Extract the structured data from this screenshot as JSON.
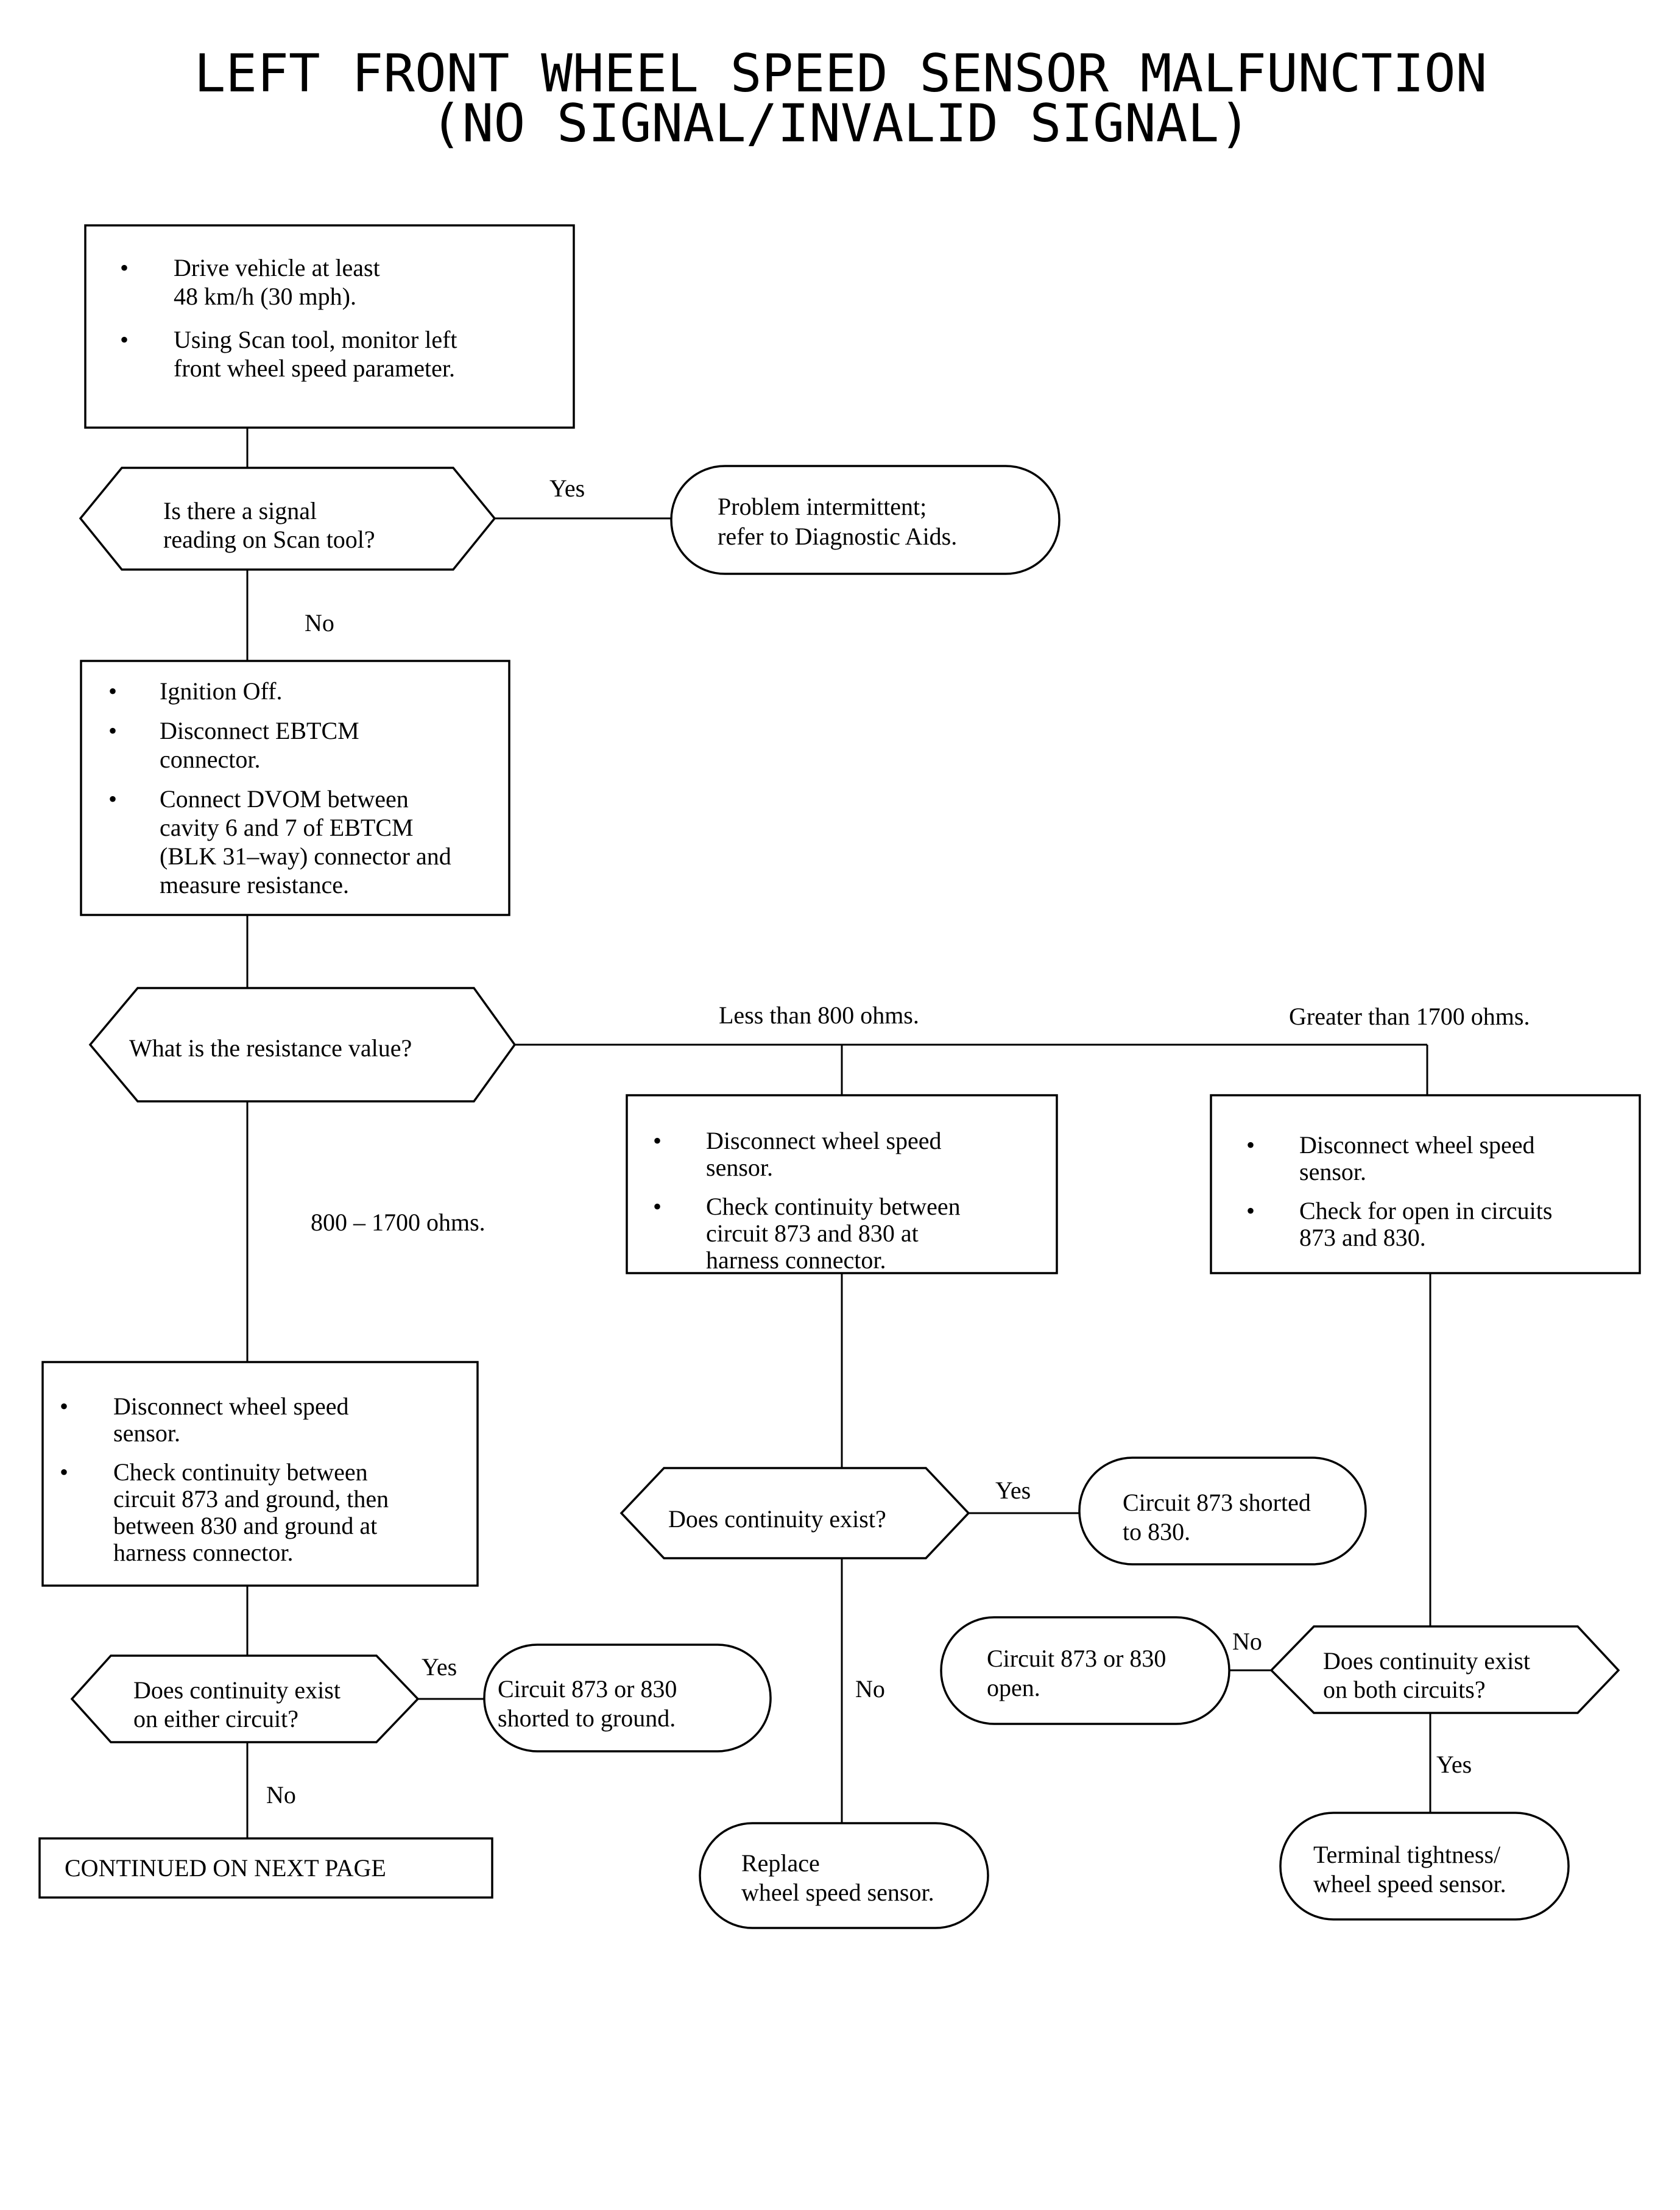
{
  "title": {
    "line1": "LEFT FRONT WHEEL SPEED SENSOR MALFUNCTION",
    "line2": "(NO SIGNAL/INVALID SIGNAL)"
  },
  "bullet": "•",
  "steps": {
    "drive_vehicle": {
      "items": [
        [
          "Drive vehicle at least",
          "48 km/h (30 mph)."
        ],
        [
          "Using Scan tool, monitor left",
          "front wheel speed parameter."
        ]
      ]
    },
    "ignition_off": {
      "items": [
        [
          "Ignition Off."
        ],
        [
          "Disconnect EBTCM",
          "connector."
        ],
        [
          "Connect DVOM between",
          "cavity 6 and 7 of EBTCM",
          "(BLK 31–way) connector and",
          "measure resistance."
        ]
      ]
    },
    "check_short_path": {
      "items": [
        [
          "Disconnect wheel speed",
          "sensor."
        ],
        [
          "Check continuity between",
          "circuit 873 and 830 at",
          "harness connector."
        ]
      ]
    },
    "check_open_path": {
      "items": [
        [
          "Disconnect wheel speed",
          "sensor."
        ],
        [
          "Check for open in circuits",
          "873 and 830."
        ]
      ]
    },
    "check_ground_path": {
      "items": [
        [
          "Disconnect wheel speed",
          "sensor."
        ],
        [
          "Check continuity between",
          "circuit 873 and ground, then",
          "between 830 and ground at",
          "harness connector."
        ]
      ]
    }
  },
  "decisions": {
    "signal_reading": [
      "Is there a signal",
      "reading on Scan tool?"
    ],
    "resistance_value": [
      "What is the resistance value?"
    ],
    "continuity_exist": [
      "Does continuity exist?"
    ],
    "continuity_either": [
      "Does continuity exist",
      "on either circuit?"
    ],
    "continuity_both": [
      "Does continuity exist",
      "on both circuits?"
    ]
  },
  "results": {
    "problem_intermittent": [
      "Problem intermittent;",
      "refer to Diagnostic Aids."
    ],
    "circuit_shorted_830": [
      "Circuit 873 shorted",
      "to 830."
    ],
    "circuit_open": [
      "Circuit 873 or 830",
      "open."
    ],
    "replace_sensor": [
      "Replace",
      "wheel speed sensor."
    ],
    "shorted_ground": [
      "Circuit 873 or 830",
      "shorted to ground."
    ],
    "terminal_tightness": [
      "Terminal tightness/",
      "wheel speed sensor."
    ]
  },
  "continued": "CONTINUED ON NEXT PAGE",
  "labels": {
    "yes_signal": "Yes",
    "no_signal": "No",
    "less_800": "Less than 800 ohms.",
    "greater_1700": "Greater than 1700 ohms.",
    "range_800_1700": "800 – 1700 ohms.",
    "yes_continuity": "Yes",
    "no_continuity": "No",
    "no_both": "No",
    "yes_both": "Yes",
    "yes_either": "Yes",
    "no_either": "No"
  }
}
